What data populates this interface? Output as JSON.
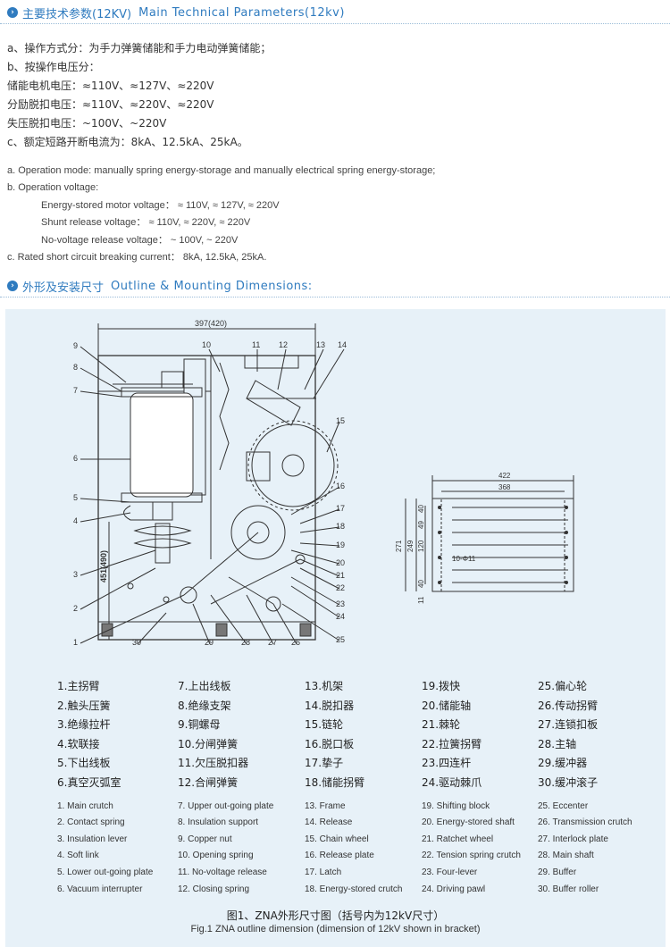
{
  "section1": {
    "icon": "circle-arrow-icon",
    "title_cn": "主要技术参数(12KV)",
    "title_en": "Main Technical Parameters(12kv)"
  },
  "cn_lines": [
    "a、操作方式分：为手力弹簧储能和手力电动弹簧储能；",
    "b、按操作电压分：",
    "储能电机电压：≈110V、≈127V、≈220V",
    "分励脱扣电压：≈110V、≈220V、≈220V",
    "失压脱扣电压：~100V、~220V",
    "c、额定短路开断电流为：8kA、12.5kA、25kA。"
  ],
  "en_lines": [
    "a. Operation mode: manually spring energy-storage and manually electrical spring energy-storage;",
    "b. Operation voltage:",
    "Energy-stored motor voltage：  ≈ 110V,   ≈ 127V,   ≈ 220V",
    "Shunt release voltage：  ≈ 110V,   ≈ 220V,   ≈ 220V",
    "No-voltage release voltage：  ~ 100V, ~ 220V",
    "c. Rated short circuit breaking current：  8kA, 12.5kA, 25kA."
  ],
  "section2": {
    "icon": "circle-arrow-icon",
    "title_cn": "外形及安装尺寸",
    "title_en": "Outline & Mounting  Dimensions:"
  },
  "drawing": {
    "width_label": "397(420)",
    "height_label": "451(490)",
    "callouts_left": [
      "9",
      "8",
      "7",
      "6",
      "5",
      "4",
      "3",
      "2",
      "1"
    ],
    "callouts_top": [
      "10",
      "11",
      "12",
      "13",
      "14"
    ],
    "callouts_right": [
      "15",
      "16",
      "17",
      "18",
      "19",
      "20",
      "21",
      "22",
      "23",
      "24",
      "25"
    ],
    "callouts_bottom": [
      "30",
      "29",
      "28",
      "27",
      "26"
    ],
    "mount": {
      "outer": "422",
      "inner": "368",
      "height": "271",
      "h2": "249",
      "h3": "120",
      "top_off": "40",
      "mid_off": "49",
      "bottom_off": "40",
      "edge": "11",
      "hole": "10-Φ11"
    }
  },
  "legend_cn": [
    [
      "1.主拐臂",
      "2.触头压簧",
      "3.绝缘拉杆",
      "4.软联接",
      "5.下出线板",
      "6.真空灭弧室"
    ],
    [
      "7.上出线板",
      "8.绝缘支架",
      "9.铜螺母",
      "10.分闸弹簧",
      "11.欠压脱扣器",
      "12.合闸弹簧"
    ],
    [
      "13.机架",
      "14.脱扣器",
      "15.链轮",
      "16.脱口板",
      "17.挚子",
      "18.储能拐臂"
    ],
    [
      "19.拨快",
      "20.储能轴",
      "21.棘轮",
      "22.拉簧拐臂",
      "23.四连杆",
      "24.驱动棘爪"
    ],
    [
      "25.偏心轮",
      "26.传动拐臂",
      "27.连锁扣板",
      "28.主轴",
      "29.缓冲器",
      "30.缓冲滚子"
    ]
  ],
  "legend_en": [
    [
      "1. Main crutch",
      "2. Contact spring",
      "3. Insulation lever",
      "4. Soft link",
      "5. Lower out-going plate",
      "6. Vacuum interrupter"
    ],
    [
      "7. Upper out-going plate",
      "8. Insulation support",
      "9. Copper nut",
      "10. Opening spring",
      "11. No-voltage release",
      "12. Closing spring"
    ],
    [
      "13. Frame",
      "14. Release",
      "15. Chain wheel",
      "16. Release plate",
      "17. Latch",
      "18. Energy-stored crutch"
    ],
    [
      "19. Shifting block",
      "20. Energy-stored shaft",
      "21. Ratchet wheel",
      "22. Tension spring crutch",
      "23. Four-lever",
      "24. Driving pawl"
    ],
    [
      "25. Eccenter",
      "26. Transmission crutch",
      "27. Interlock plate",
      "28. Main shaft",
      "29. Buffer",
      "30. Buffer roller"
    ]
  ],
  "caption_cn": "图1、ZNA外形尺寸图（括号内为12kV尺寸）",
  "caption_en": "Fig.1  ZNA outline dimension (dimension of 12kV shown in bracket)",
  "colors": {
    "accent": "#2f7bbf",
    "panel": "#e7f1f8",
    "line": "#333333"
  }
}
